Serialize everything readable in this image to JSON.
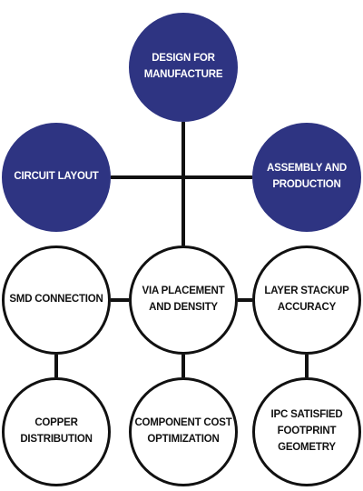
{
  "diagram": {
    "nodes": {
      "dfm": "DESIGN FOR\nMANUFACTURE",
      "circuit_layout": "CIRCUIT LAYOUT",
      "assembly_production": "ASSEMBLY AND\nPRODUCTION",
      "smd_connection": "SMD CONNECTION",
      "via_placement": "VIA PLACEMENT\nAND DENSITY",
      "layer_stackup": "LAYER STACKUP\nACCURACY",
      "copper_distribution": "COPPER\nDISTRIBUTION",
      "component_cost": "COMPONENT COST\nOPTIMIZATION",
      "ipc_footprint": "IPC SATISFIED\nFOOTPRINT\nGEOMETRY"
    },
    "colors": {
      "primary_fill": "#2e3482",
      "outline": "#111111",
      "connector": "#111111"
    }
  }
}
